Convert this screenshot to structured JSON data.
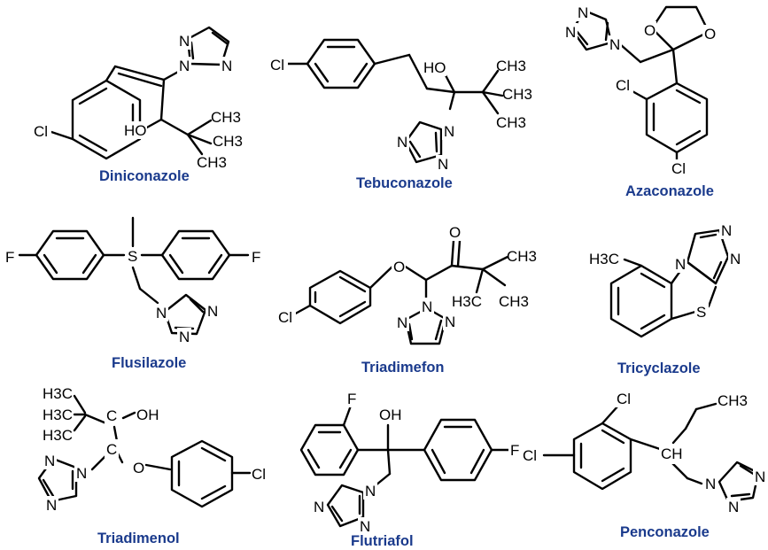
{
  "palette": {
    "bond": "#000000",
    "label": "#1a3a8c",
    "background": "#ffffff"
  },
  "compounds": [
    {
      "name": "Diniconazole",
      "substituents": [
        "Cl",
        "HO",
        "CH3",
        "CH3",
        "CH3"
      ],
      "ring_atoms": [
        "N",
        "N",
        "N"
      ]
    },
    {
      "name": "Tebuconazole",
      "substituents": [
        "Cl",
        "HO",
        "CH3",
        "CH3",
        "CH3"
      ],
      "ring_atoms": [
        "N",
        "N",
        "N"
      ]
    },
    {
      "name": "Azaconazole",
      "substituents": [
        "Cl",
        "Cl",
        "O",
        "O"
      ],
      "ring_atoms": [
        "N",
        "N",
        "N"
      ]
    },
    {
      "name": "Flusilazole",
      "substituents": [
        "F",
        "F",
        "S"
      ],
      "ring_atoms": [
        "N",
        "N",
        "N"
      ]
    },
    {
      "name": "Triadimefon",
      "substituents": [
        "Cl",
        "O",
        "O",
        "CH3",
        "CH3",
        "H3C"
      ],
      "ring_atoms": [
        "N",
        "N",
        "N"
      ]
    },
    {
      "name": "Tricyclazole",
      "substituents": [
        "H3C",
        "S"
      ],
      "ring_atoms": [
        "N",
        "N",
        "N"
      ]
    },
    {
      "name": "Triadimenol",
      "substituents": [
        "H3C",
        "H3C",
        "H3C",
        "C",
        "C",
        "OH",
        "O",
        "Cl"
      ],
      "ring_atoms": [
        "N",
        "N",
        "N"
      ]
    },
    {
      "name": "Flutriafol",
      "substituents": [
        "F",
        "F",
        "OH"
      ],
      "ring_atoms": [
        "N",
        "N",
        "N"
      ]
    },
    {
      "name": "Penconazole",
      "substituents": [
        "Cl",
        "Cl",
        "CH3",
        "CH"
      ],
      "ring_atoms": [
        "N",
        "N",
        "N"
      ]
    }
  ]
}
